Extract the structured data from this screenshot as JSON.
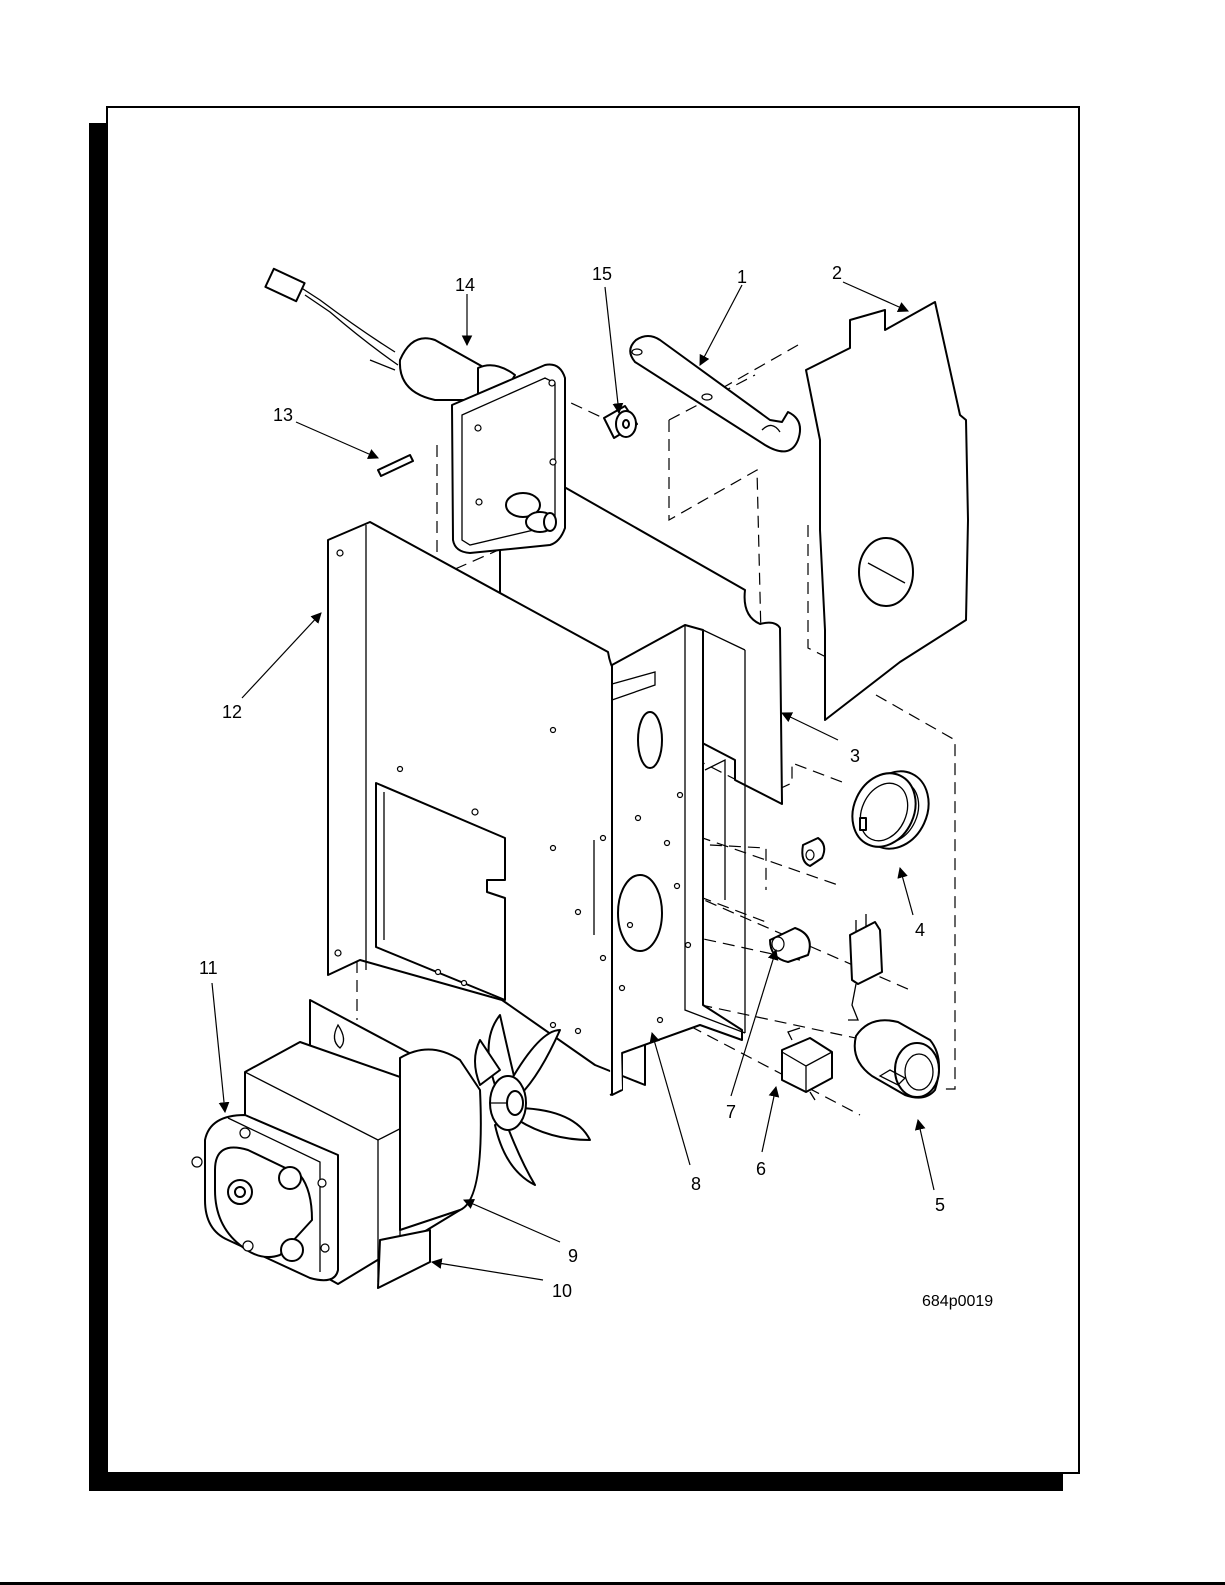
{
  "figure_id": "684p0019",
  "callouts": [
    "1",
    "2",
    "3",
    "4",
    "5",
    "6",
    "7",
    "8",
    "9",
    "10",
    "11",
    "12",
    "13",
    "14",
    "15"
  ],
  "colors": {
    "ink": "#000000",
    "paper": "#ffffff"
  }
}
